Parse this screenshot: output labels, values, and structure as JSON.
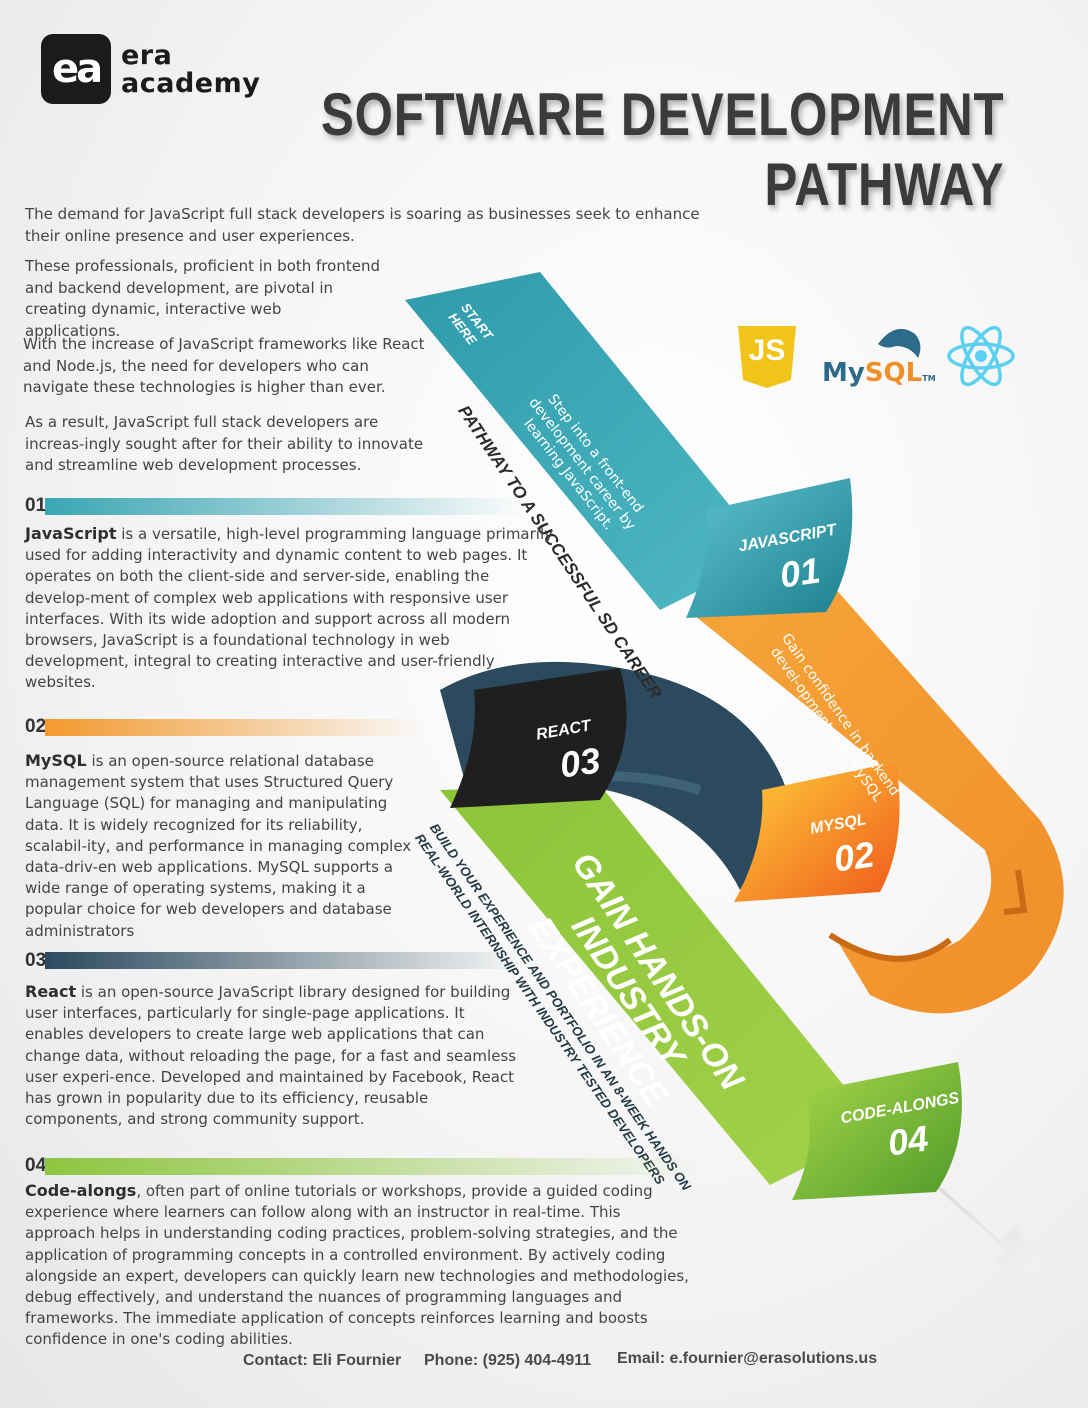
{
  "logo": {
    "mark": "ea",
    "line1": "era",
    "line2": "academy"
  },
  "title": {
    "line1": "SOFTWARE DEVELOPMENT",
    "line2": "PATHWAY"
  },
  "intro": [
    "The demand for JavaScript full stack developers is soaring as businesses seek to enhance their online presence and user experiences.",
    "These professionals, proficient in both frontend and backend development, are pivotal in creating dynamic, interactive web applications.",
    "With the increase of JavaScript frameworks like React and Node.js, the need for developers who can navigate these technologies is higher than ever.",
    "As a result, JavaScript full stack developers are increas-ingly sought after for their ability to innovate and streamline web development processes."
  ],
  "sections": [
    {
      "num": "01",
      "term": "JavaScript",
      "text": " is a versatile, high-level programming language primarily used for adding interactivity and dynamic content to web pages. It operates on both the client-side and server-side, enabling the develop-ment of complex web applications with responsive user interfaces. With its wide adoption and support across all modern browsers, JavaScript is a foundational technology in web development, integral to creating interactive and user-friendly websites.",
      "color": "#3aa6b4"
    },
    {
      "num": "02",
      "term": "MySQL",
      "text": " is an open-source relational database management system that uses Structured Query Language (SQL) for managing and manipulating data. It is widely recognized for its reliability, scalabil-ity, and performance in managing complex data-driv-en web applications. MySQL supports a wide range of operating systems, making it a popular choice for web developers and database administrators",
      "color": "#f39a2e"
    },
    {
      "num": "03",
      "term": "React",
      "text": " is an open-source JavaScript library designed for building user interfaces, particularly for single-page applications. It enables developers to create large web applications that can change data, without reloading the page, for a fast and seamless user experi-ence. Developed and maintained by Facebook, React has grown in popularity due to its efficiency, reusable components, and strong community support.",
      "color": "#2c4a5e"
    },
    {
      "num": "04",
      "term": "Code-alongs",
      "text": ", often part of online tutorials or workshops, provide a guided coding experience where learners can follow along with an instructor in real-time. This approach helps in understanding coding practices, problem-solving strategies, and the application of programming concepts in a controlled environment. By actively coding alongside an expert, developers can quickly learn new technologies and methodologies, debug effectively, and understand the nuances of programming languages and frameworks. The immediate application of concepts reinforces learning and boosts confidence in one's coding abilities.",
      "color": "#8dc63f"
    }
  ],
  "pathway": {
    "start": "START HERE",
    "side_label": "PATHWAY TO A SUCCESSFUL SD CAREER",
    "band1_text": "Step into a front-end development career by learning JavaScript.",
    "band2_text": "Gain confidence in backend devel-opment with MySQL",
    "big_label": "GAIN HANDS-ON INDUSTRY EXPERIENCE",
    "small_label_1": "BUILD YOUR EXPERIENCE AND PORTFOLIO IN AN 8-WEEK HANDS ON",
    "small_label_2": "REAL-WORLD INTERNSHIP WITH INDUSTRY TESTED DEVELOPERS",
    "step1": {
      "name": "JAVASCRIPT",
      "num": "01"
    },
    "step2": {
      "name": "MYSQL",
      "num": "02"
    },
    "step3": {
      "name": "REACT",
      "num": "03"
    },
    "step4": {
      "name": "CODE-ALONGS",
      "num": "04"
    }
  },
  "logos": {
    "js": "JS",
    "mysql_a": "My",
    "mysql_b": "SQL",
    "mysql_tm": "TM"
  },
  "footer": {
    "contact": "Contact: Eli Fournier",
    "phone": "Phone: (925) 404-4911",
    "email": "Email:  e.fournier@erasolutions.us"
  },
  "colors": {
    "teal": "#3aa6b4",
    "orange": "#f39a2e",
    "navy": "#2c4a5e",
    "green": "#8dc63f",
    "react_blue": "#5bd0f0",
    "js_yellow": "#f0c419"
  }
}
